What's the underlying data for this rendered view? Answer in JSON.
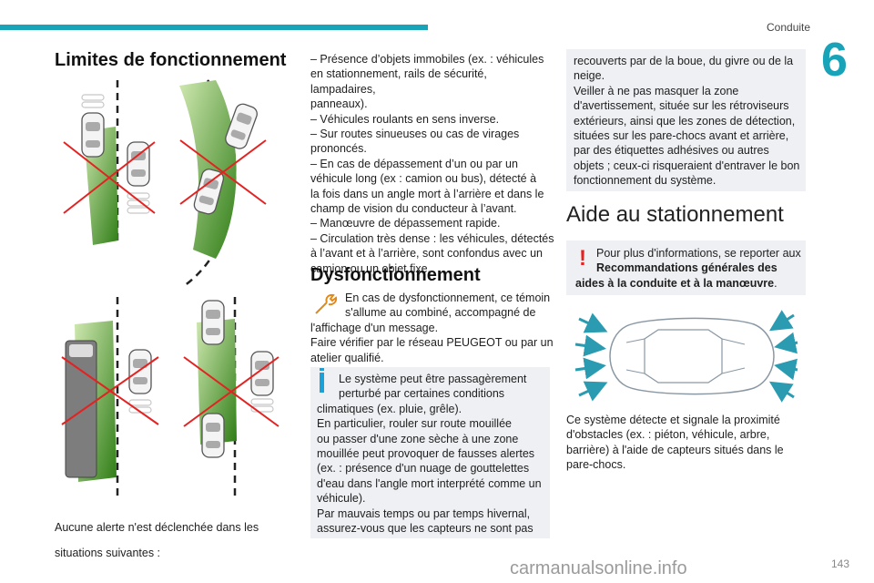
{
  "header": {
    "section": "Conduite",
    "chapter": "6",
    "page": "143"
  },
  "watermark": "carmanualsonline.info",
  "left": {
    "title": "Limites de fonctionnement",
    "caption_1": "Aucune alerte n'est déclenchée dans les",
    "caption_2": "situations suivantes :"
  },
  "middle": {
    "list": [
      "– Présence d’objets immobiles (ex. : véhicules",
      "en stationnement, rails de sécurité, lampadaires,",
      "panneaux).",
      "– Véhicules roulants en sens inverse.",
      "– Sur routes sinueuses ou cas de virages",
      "prononcés.",
      "– En cas de dépassement d’un ou par un",
      "véhicule long (ex : camion ou bus), détecté à",
      "la fois dans un angle mort à l’arrière et dans le",
      "champ de vision du conducteur à l’avant.",
      "– Manœuvre de dépassement rapide.",
      "– Circulation très dense : les véhicules, détectés",
      "à l’avant et à l’arrière, sont confondus avec un",
      "camion ou un objet fixe."
    ],
    "dys_title": "Dysfonctionnement",
    "dys_lines": [
      "En cas de dysfonctionnement, ce témoin",
      "s'allume au combiné, accompagné de",
      "l'affichage d'un message.",
      "Faire vérifier par le réseau PEUGEOT ou par un",
      "atelier qualifié."
    ],
    "info_lines": [
      "Le système peut être passagèrement",
      "perturbé par certaines conditions",
      "climatiques (ex. pluie, grêle).",
      "En particulier, rouler sur route mouillée",
      "ou passer d'une zone sèche à une zone",
      "mouillée peut provoquer de fausses alertes",
      "(ex. : présence d'un nuage de gouttelettes",
      "d'eau dans l'angle mort interprété comme un",
      "véhicule).",
      "Par mauvais temps ou par temps hivernal,",
      "assurez-vous que les capteurs ne sont pas"
    ]
  },
  "right": {
    "cont_lines": [
      "recouverts par de la boue, du givre ou de la",
      "neige.",
      "Veiller à ne pas masquer la zone",
      "d'avertissement, située sur les rétroviseurs",
      "extérieurs, ainsi que les zones de détection,",
      "situées sur les pare-chocs avant et arrière,",
      "par des étiquettes adhésives ou autres",
      "objets ; ceux-ci risqueraient d'entraver le bon",
      "fonctionnement du système."
    ],
    "park_title": "Aide au stationnement",
    "warn_line_1": "Pour plus d'informations, se reporter aux",
    "warn_line_2": "Recommandations générales des",
    "warn_line_3": "aides à la conduite et à la manœuvre",
    "warn_line_3_end": ".",
    "desc_lines": [
      "Ce système détecte et signale la proximité",
      "d'obstacles (ex. : piéton, véhicule, arbre,",
      "barrière) à l'aide de capteurs situés dans le",
      "pare-chocs."
    ]
  },
  "colors": {
    "accent": "#18a3b8",
    "green": "#5aa832",
    "red_cross": "#e32222",
    "note_bg": "#eef0f3",
    "warn_red": "#e32222"
  }
}
